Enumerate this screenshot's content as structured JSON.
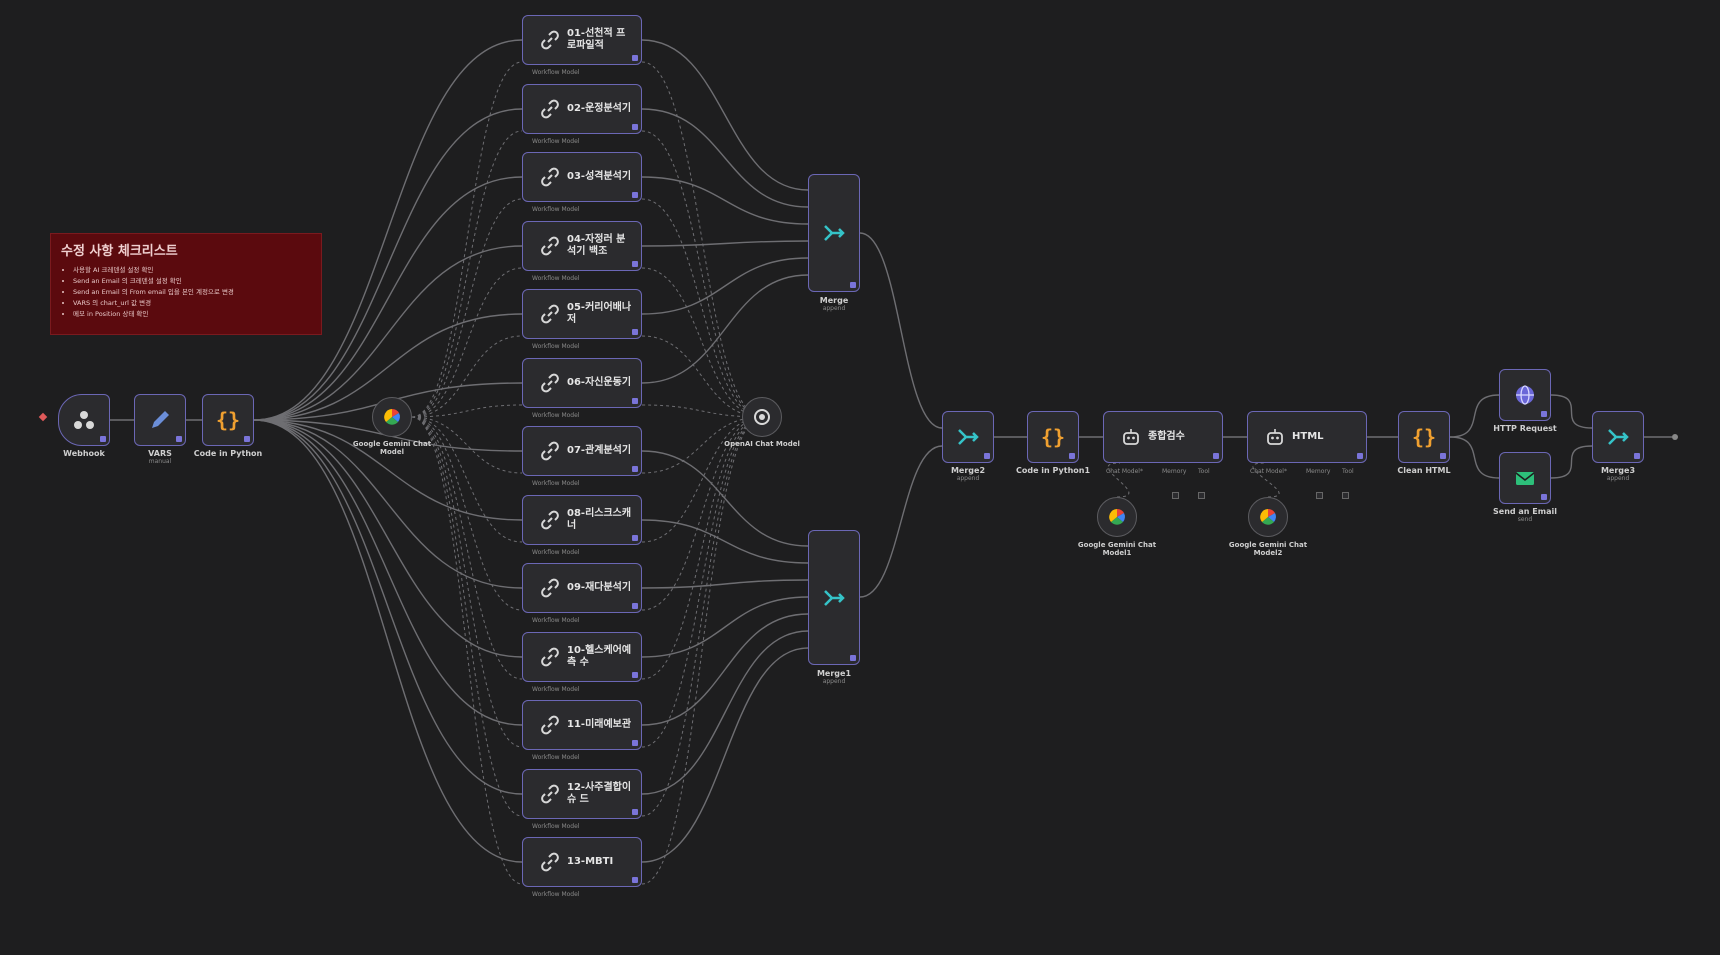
{
  "note": {
    "title": "수정 사항 체크리스트",
    "items": [
      "사용할 AI 크레덴셜 설정 확인",
      "Send an Email 의 크레덴셜 설정 확인",
      "Send an Email 의 From email 입을 본인 계정으로 변경",
      "VARS 의 chart_url 값 변경",
      "메모 in Position 상태 확인"
    ]
  },
  "left_nodes": {
    "webhook": "Webhook",
    "vars": "VARS",
    "vars_sub": "manual",
    "code1": "Code in Python"
  },
  "sub_workflows": [
    {
      "title": "01-선천적 프로파일적"
    },
    {
      "title": "02-운정분석기"
    },
    {
      "title": "03-성격분석기"
    },
    {
      "title": "04-자정러 분석기 백조"
    },
    {
      "title": "05-커리어배나저"
    },
    {
      "title": "06-자신운동기"
    },
    {
      "title": "07-관계분석기"
    },
    {
      "title": "08-리스크스캐너"
    },
    {
      "title": "09-재다분석기"
    },
    {
      "title": "10-헬스케어예측 수"
    },
    {
      "title": "11-미래예보관"
    },
    {
      "title": "12-사주결합이슈 드"
    },
    {
      "title": "13-MBTI"
    }
  ],
  "sub_caption": "Workflow Model",
  "models": {
    "gemini1": "Google Gemini Chat Model",
    "openai": "OpenAI Chat Model",
    "gemini2": "Google Gemini Chat Model1",
    "gemini3": "Google Gemini Chat Model2"
  },
  "merges": {
    "merge": "Merge",
    "merge1": "Merge1",
    "merge2": "Merge2",
    "merge3": "Merge3",
    "append": "append"
  },
  "right_nodes": {
    "code2": "Code in Python1",
    "agent1": "종합검수",
    "agent2": "HTML",
    "clean": "Clean HTML",
    "http": "HTTP Request",
    "email": "Send an Email",
    "email_sub": "send",
    "chat_model_port": "Chat Model*",
    "memory_port": "Memory",
    "tool_port": "Tool"
  },
  "colors": {
    "bg": "#1e1e1f",
    "node_border": "#6b67b5",
    "note_bg": "#5b0a0e",
    "merge_teal": "#35c3c8",
    "code_orange": "#f0a030",
    "wire": "#6e6e72"
  }
}
